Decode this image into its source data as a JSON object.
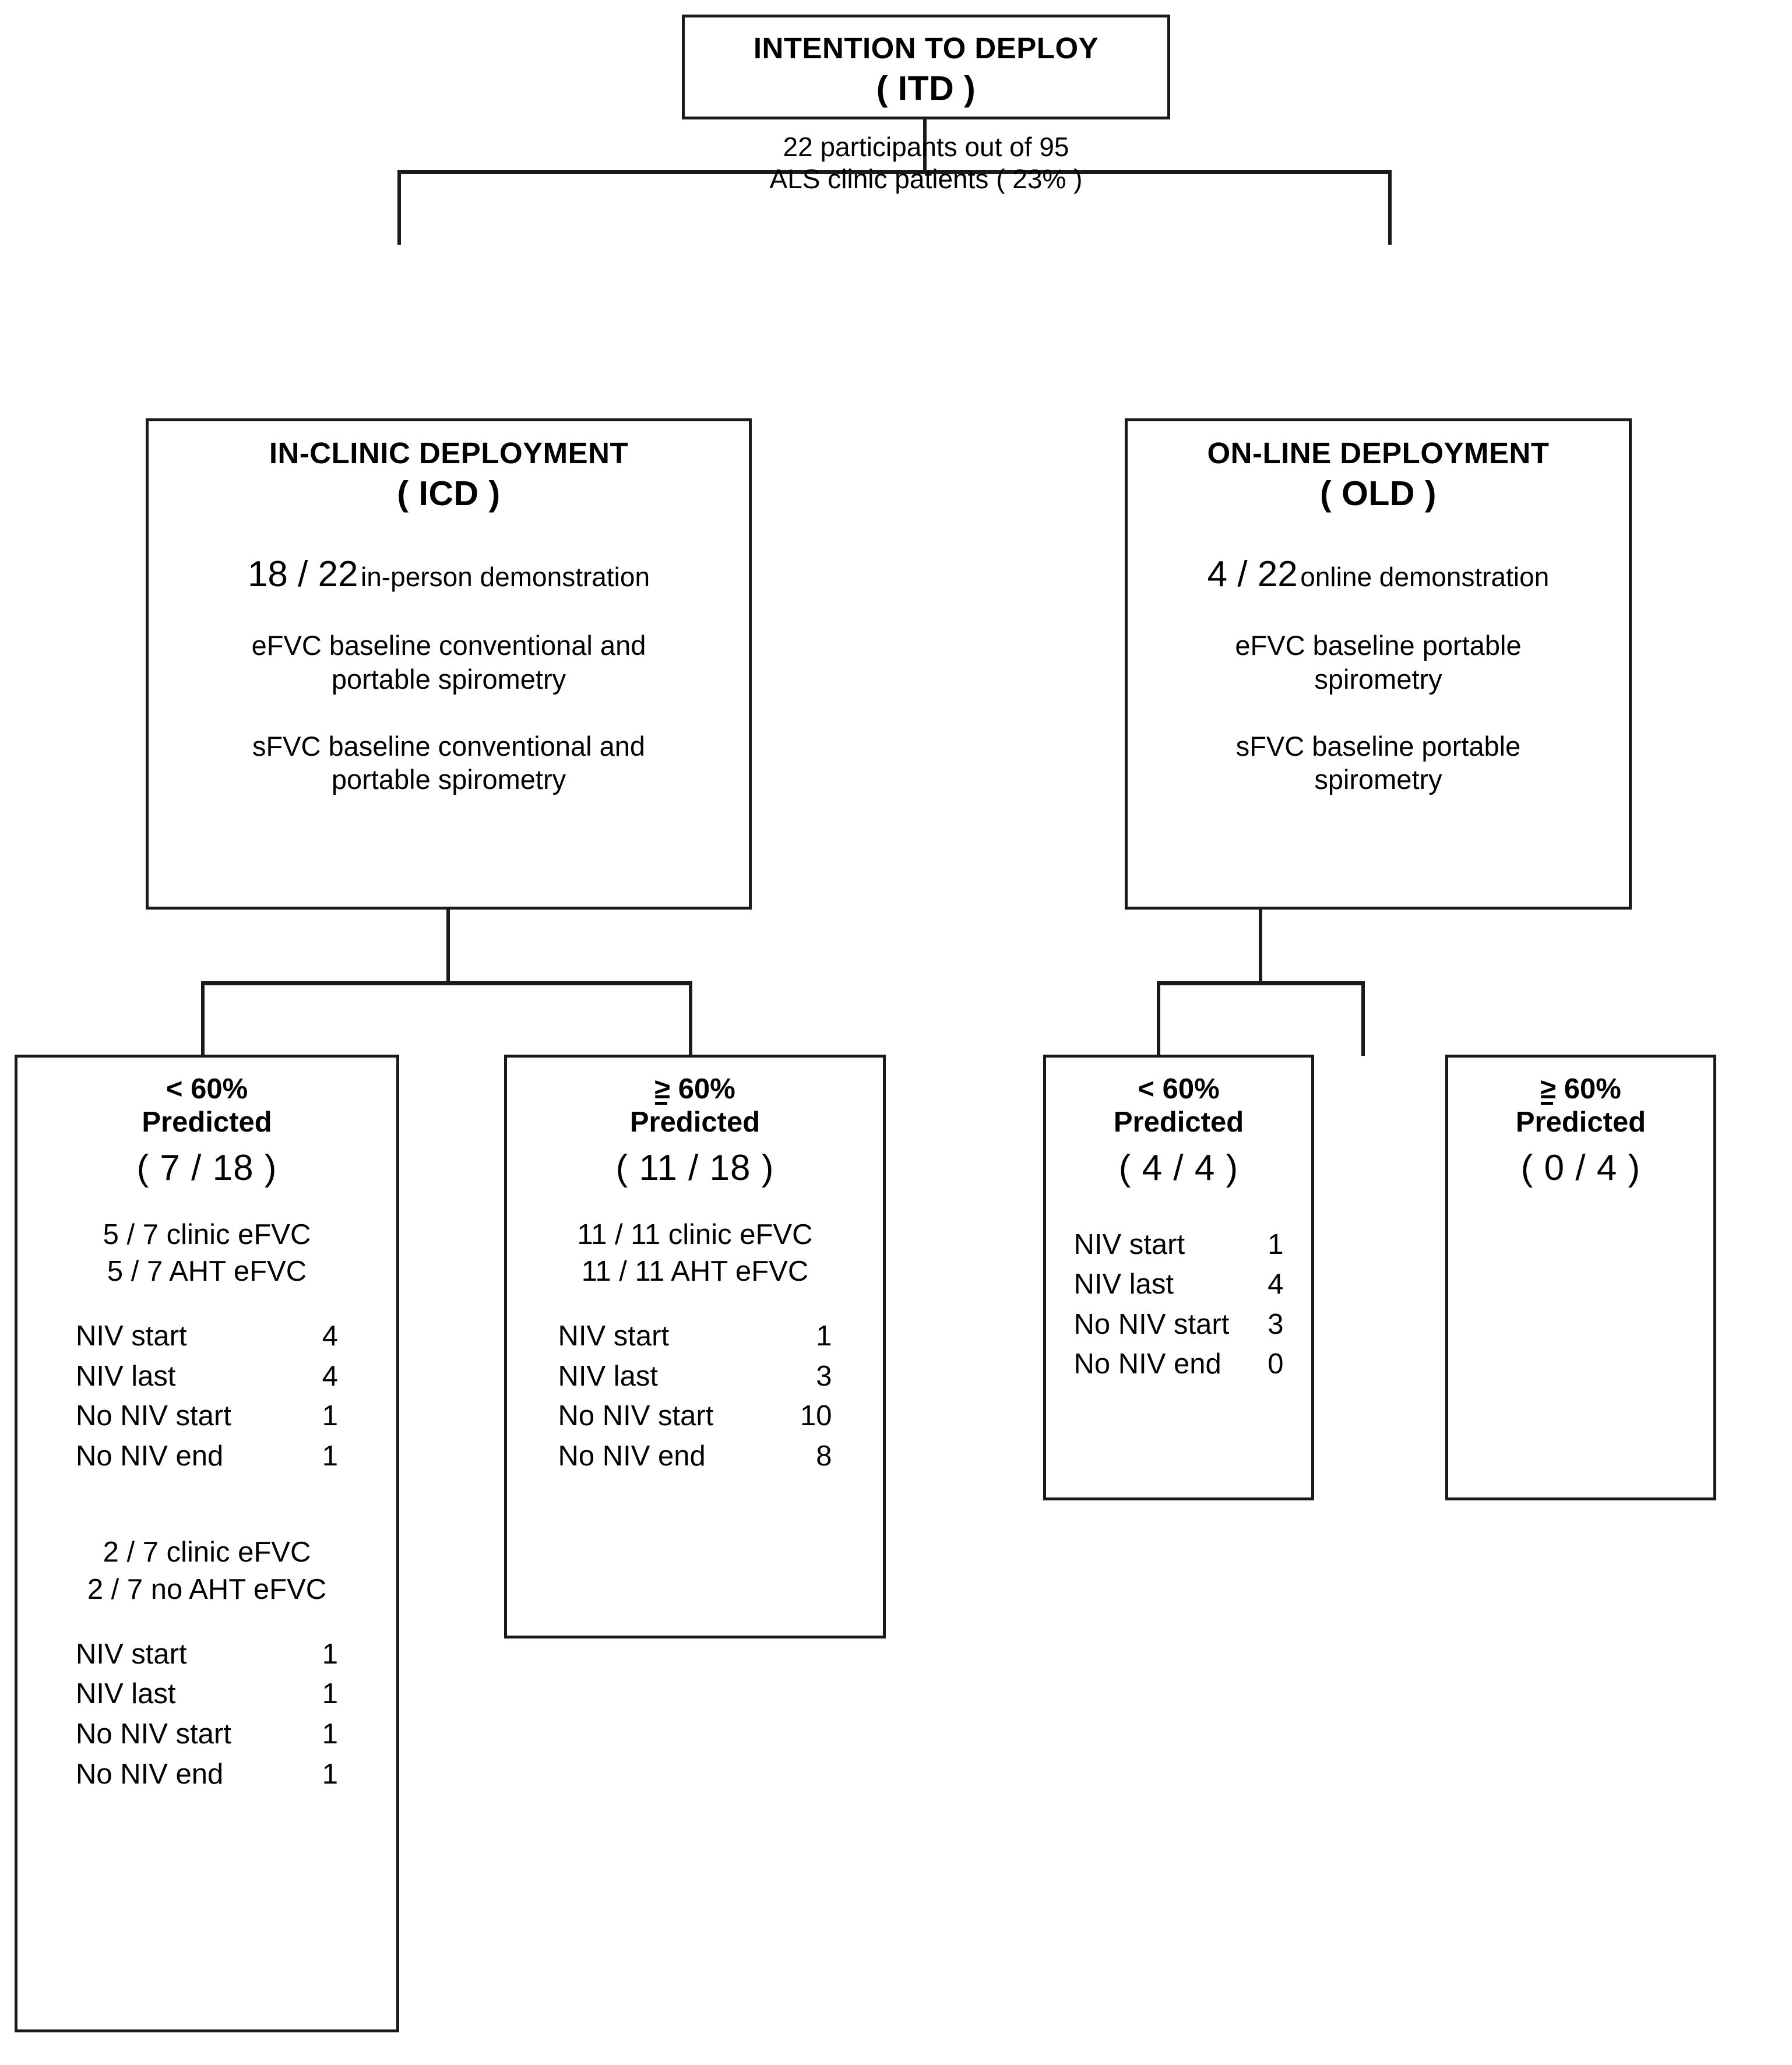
{
  "diagram": {
    "title": "Intention to deploy study flow",
    "nodes": {
      "itd": {
        "header_line1": "INTENTION TO DEPLOY",
        "header_line2": "( ITD )",
        "body_line1": "22 participants out of 95",
        "body_line2": "ALS clinic patients ( 23% )"
      },
      "icd": {
        "header_line1": "IN-CLINIC DEPLOYMENT",
        "header_line2": "( ICD )",
        "ratio": "18 / 22",
        "ratio_caption": "in-person demonstration",
        "para1_line1": "eFVC baseline conventional and",
        "para1_line2": "portable spirometry",
        "para2_line1": "sFVC baseline conventional and",
        "para2_line2": "portable spirometry"
      },
      "old": {
        "header_line1": "ON-LINE DEPLOYMENT",
        "header_line2": "( OLD )",
        "ratio": "4 / 22",
        "ratio_caption": "online demonstration",
        "para1_line1": "eFVC baseline portable",
        "para1_line2": "spirometry",
        "para2_line1": "sFVC baseline portable",
        "para2_line2": "spirometry"
      },
      "icd_low": {
        "criterion_line1": "< 60%",
        "criterion_line2": "Predicted",
        "count": "( 7 / 18 )",
        "fracs_a": [
          "5 / 7 clinic eFVC",
          "5 / 7 AHT  eFVC"
        ],
        "stats_a": [
          {
            "label": "NIV start",
            "value": "4"
          },
          {
            "label": "NIV last",
            "value": "4"
          },
          {
            "label": "No NIV start",
            "value": "1"
          },
          {
            "label": "No NIV end",
            "value": "1"
          }
        ],
        "fracs_b": [
          "2 / 7  clinic   eFVC",
          "2 / 7 no AHT eFVC"
        ],
        "stats_b": [
          {
            "label": "NIV start",
            "value": "1"
          },
          {
            "label": "NIV last",
            "value": "1"
          },
          {
            "label": "No NIV start",
            "value": "1"
          },
          {
            "label": "No NIV end",
            "value": "1"
          }
        ]
      },
      "icd_high": {
        "criterion_prefix": "≥",
        "criterion_line1": " 60%",
        "criterion_line2": "Predicted",
        "count": "( 11 / 18 )",
        "fracs_a": [
          "11 / 11 clinic eFVC",
          "11 / 11 AHT  eFVC"
        ],
        "stats_a": [
          {
            "label": "NIV start",
            "value": "1"
          },
          {
            "label": "NIV last",
            "value": "3"
          },
          {
            "label": "No NIV start",
            "value": "10"
          },
          {
            "label": "No NIV end",
            "value": "8"
          }
        ]
      },
      "old_low": {
        "criterion_line1": "< 60%",
        "criterion_line2": "Predicted",
        "count": "( 4 / 4 )",
        "stats_a": [
          {
            "label": "NIV start",
            "value": "1"
          },
          {
            "label": "NIV last",
            "value": "4"
          },
          {
            "label": "No NIV start",
            "value": "3"
          },
          {
            "label": "No NIV end",
            "value": "0"
          }
        ]
      },
      "old_high": {
        "criterion_prefix": "≥",
        "criterion_line1": " 60%",
        "criterion_line2": "Predicted",
        "count": "( 0 / 4 )"
      }
    },
    "colors": {
      "stroke": "#1a1a1a",
      "background": "#ffffff",
      "text": "#000000"
    }
  }
}
